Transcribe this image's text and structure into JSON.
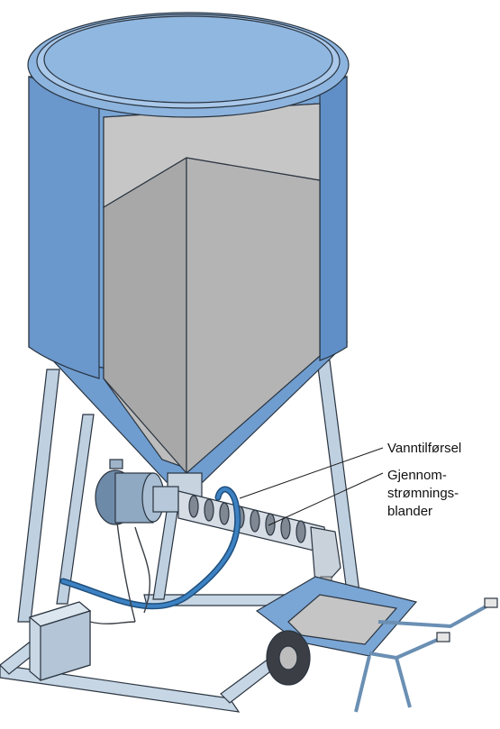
{
  "labels": {
    "water_inlet": "Vanntilførsel",
    "mixer_line1": "Gjennom-",
    "mixer_line2": "strømnings-",
    "mixer_line3": "blander"
  },
  "colors": {
    "silo_blue": "#7aa6d6",
    "silo_blue_dark": "#5a87bb",
    "silo_rim": "#a9c8ea",
    "interior_gray": "#b9b9b9",
    "interior_gray_dark": "#9a9a9a",
    "frame_gray": "#b8cbdc",
    "hose_blue": "#2f6fa8",
    "outline": "#2a3440"
  }
}
